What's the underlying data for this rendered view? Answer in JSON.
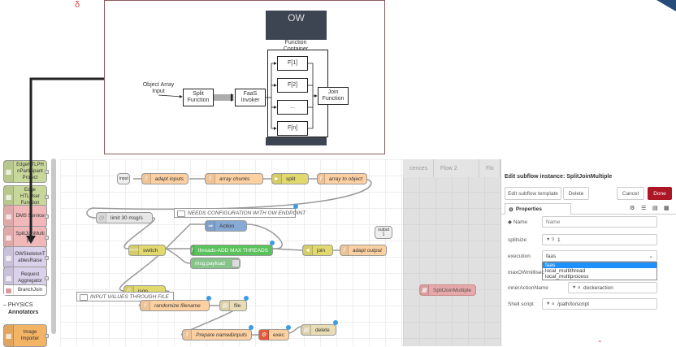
{
  "diagram": {
    "ow_label": "OW",
    "function_container": "Function\nContainer",
    "object_array_input": "Object Array\nInput",
    "split_function": "Split\nFunction",
    "faas_invoker": "FaaS\nInvoker",
    "f1": "F[1]",
    "f2": "F[2]",
    "fdots": "...",
    "fn": "F[n]",
    "join_function": "Join\nFunction"
  },
  "palette": {
    "items": [
      {
        "label": "EdgeHTLPH nParticipant Project"
      },
      {
        "label": "Edge HTLUser Function"
      },
      {
        "label": "DMS Service"
      },
      {
        "label": "SplitJoinMulti ple"
      },
      {
        "label": "OWSkeletonT ablesRaise"
      },
      {
        "label": "Request Aggregator"
      },
      {
        "label": "BranchJoin"
      }
    ],
    "section_title": "PHYSICS",
    "section_subtitle": "Annotators",
    "image_importer": "Image Importer"
  },
  "workspace": {
    "nodes": {
      "input": "input",
      "adapt_inputs": "adapt inputs",
      "array_chunks": "array chunks",
      "split": "split",
      "array_to_object": "array to object",
      "limit": "limit 30 msg/s",
      "needs_config": "NEEDS CONFIGURATION WITH OW ENDPOINT",
      "action": "Action",
      "switch": "switch",
      "threads": "threads-ADD MAX THREADS",
      "msg_payload": "msg.payload",
      "join": "join",
      "adapt_output": "adapt output",
      "output": "output",
      "output_num": "1",
      "json": "json",
      "input_values": "INPUT VALUES THROUGH FILE",
      "randomize": "randomize filename",
      "file": "file",
      "prepare": "Prepare name&inputs",
      "exec": "exec",
      "delete": "delete"
    }
  },
  "grey_tabs": {
    "tab1": "cences",
    "tab2": "Flow 2",
    "tab3": "Flo"
  },
  "subflow_node": "SplitJoinMultiple",
  "edit_panel": {
    "title": "Edit subflow instance: SplitJoinMultiple",
    "edit_template": "Edit subflow template",
    "delete": "Delete",
    "cancel": "Cancel",
    "done": "Done",
    "properties_tab": "Properties",
    "name_label": "Name",
    "name_placeholder": "Name",
    "splitsize_label": "splitsize",
    "splitsize_type": "9",
    "splitsize_value": "1",
    "execution_label": "execution",
    "execution_value": "faas",
    "maxow_label": "maxOWmillisec",
    "options": [
      "faas",
      "local_multithread",
      "local_multiprocess"
    ],
    "inner_label": "innerActionName",
    "inner_value": "dockeraction",
    "shell_label": "Shell script",
    "shell_value": "/path/to/script"
  },
  "colors": {
    "orange": "#fdd0a2",
    "tan": "#e2d96e",
    "red": "#e6a8a8",
    "green": "#5ac25a",
    "blue": "#87a9d6",
    "done": "#ad1625",
    "lime": "#a6bbcf"
  }
}
